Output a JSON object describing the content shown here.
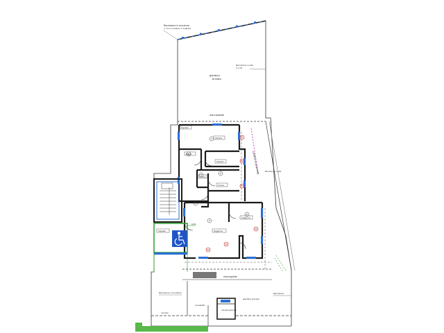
{
  "colors": {
    "wall": "#1a1a1a",
    "thin": "#555555",
    "blue": "#2a6fd6",
    "green": "#2f9a2f",
    "purple": "#b02aa8",
    "red": "#d01818",
    "accessible_bg": "#1f55c8",
    "grass": "#58b84a",
    "hatch": "#777777"
  },
  "labels": {
    "recinzione_top": "Recinzione in muratura",
    "recinzione_top_sub": "h. 1m in muratura + ringhiera",
    "giardino_top": "giardino",
    "giardino_top_2": "privato",
    "marciapiede_top": "marciapiede",
    "recinzione_right": "Recinzione in rete",
    "recinzione_right_sub": "h. 1.5m",
    "ingresso_left": "Ingresso",
    "bagno": "Bagno",
    "disimpegno": "Disimp.",
    "camera_1": "Camera",
    "camera_2": "Camera",
    "cucina": "Cucina",
    "soggiorno": "Soggiorno",
    "ingresso_access": "Ingresso",
    "marciapiede_bottom": "marciapiede",
    "recinzione_bl": "Recinzione in muratura",
    "recinzione_br": "Recinzione",
    "giardino_bottom": "giardino privato",
    "cancelletto": "cancelletto",
    "cancello": "cancello",
    "cancello_pedonale": "cancello pedonale",
    "porta_label": "porta",
    "room_numbers": [
      "1",
      "2",
      "3",
      "4",
      "5",
      "6",
      "7"
    ],
    "p_markers": [
      "P1",
      "P2",
      "P3",
      "P4",
      "P5",
      "P6"
    ]
  }
}
